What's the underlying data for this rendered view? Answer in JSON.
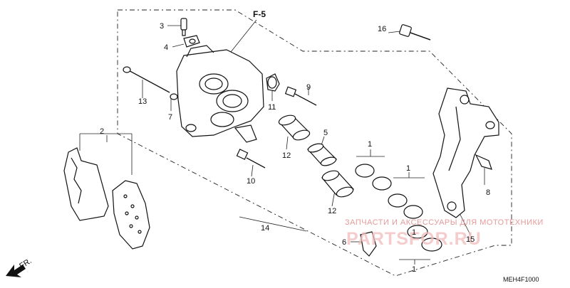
{
  "diagram": {
    "section_ref": "F-5",
    "drawing_code": "MEH4F1000",
    "direction_label": "FR.",
    "callouts": [
      "1",
      "1",
      "1",
      "1",
      "2",
      "3",
      "4",
      "5",
      "6",
      "7",
      "8",
      "9",
      "10",
      "11",
      "12",
      "12",
      "13",
      "14",
      "15",
      "16"
    ],
    "watermark": {
      "caption": "ЗАПЧАСТИ И АКСЕССУАРЫ ДЛЯ МОТОТЕХНИКИ",
      "logo_text": "PARTSFOR.RU"
    }
  }
}
